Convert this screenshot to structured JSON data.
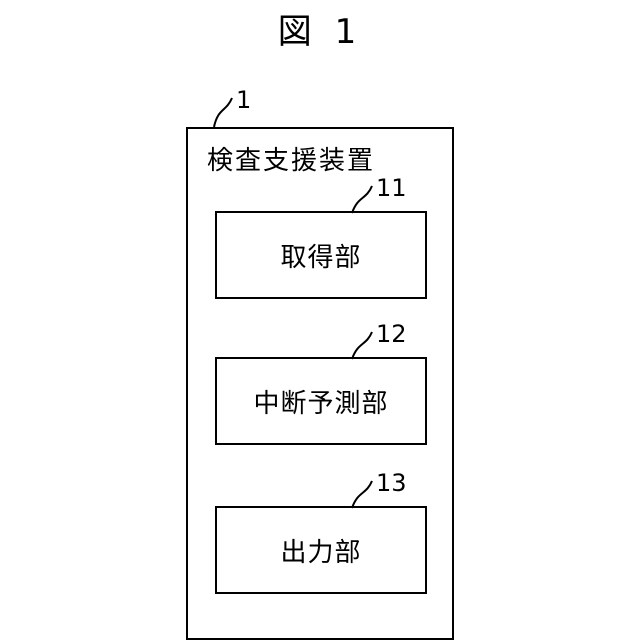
{
  "figure": {
    "title": "図 1"
  },
  "device": {
    "ref": "1",
    "label": "検査支援装置"
  },
  "units": [
    {
      "ref": "11",
      "label": "取得部"
    },
    {
      "ref": "12",
      "label": "中断予測部"
    },
    {
      "ref": "13",
      "label": "出力部"
    }
  ]
}
